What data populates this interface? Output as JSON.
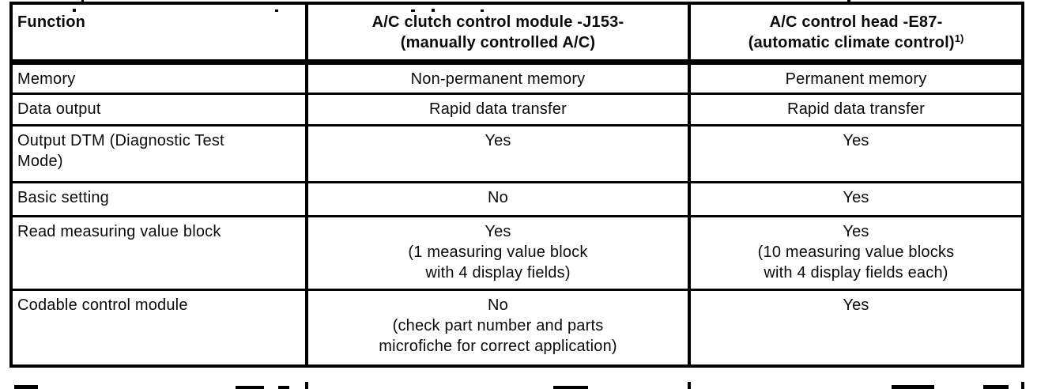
{
  "table": {
    "header": {
      "function_label": "Function",
      "j153_line1": "A/C clutch control module -J153-",
      "j153_line2": "(manually controlled A/C)",
      "e87_line1": "A/C control head -E87-",
      "e87_line2": "(automatic climate control)",
      "e87_footnote_marker": "1)"
    },
    "rows": [
      {
        "function": "Memory",
        "j153": "Non-permanent memory",
        "e87": "Permanent memory"
      },
      {
        "function": "Data output",
        "j153": "Rapid data transfer",
        "e87": "Rapid data transfer"
      },
      {
        "function": "Output DTM (Diagnostic Test\nMode)",
        "j153": "Yes",
        "e87": "Yes"
      },
      {
        "function": "Basic setting",
        "j153": "No",
        "e87": "Yes"
      },
      {
        "function": "Read measuring value block",
        "j153": "Yes\n(1 measuring value block\nwith 4 display fields)",
        "e87": "Yes\n(10 measuring value blocks\nwith 4 display fields each)"
      },
      {
        "function": "Codable control module",
        "j153": "No\n(check part number and parts\nmicrofiche for correct application)",
        "e87": "Yes"
      }
    ]
  }
}
